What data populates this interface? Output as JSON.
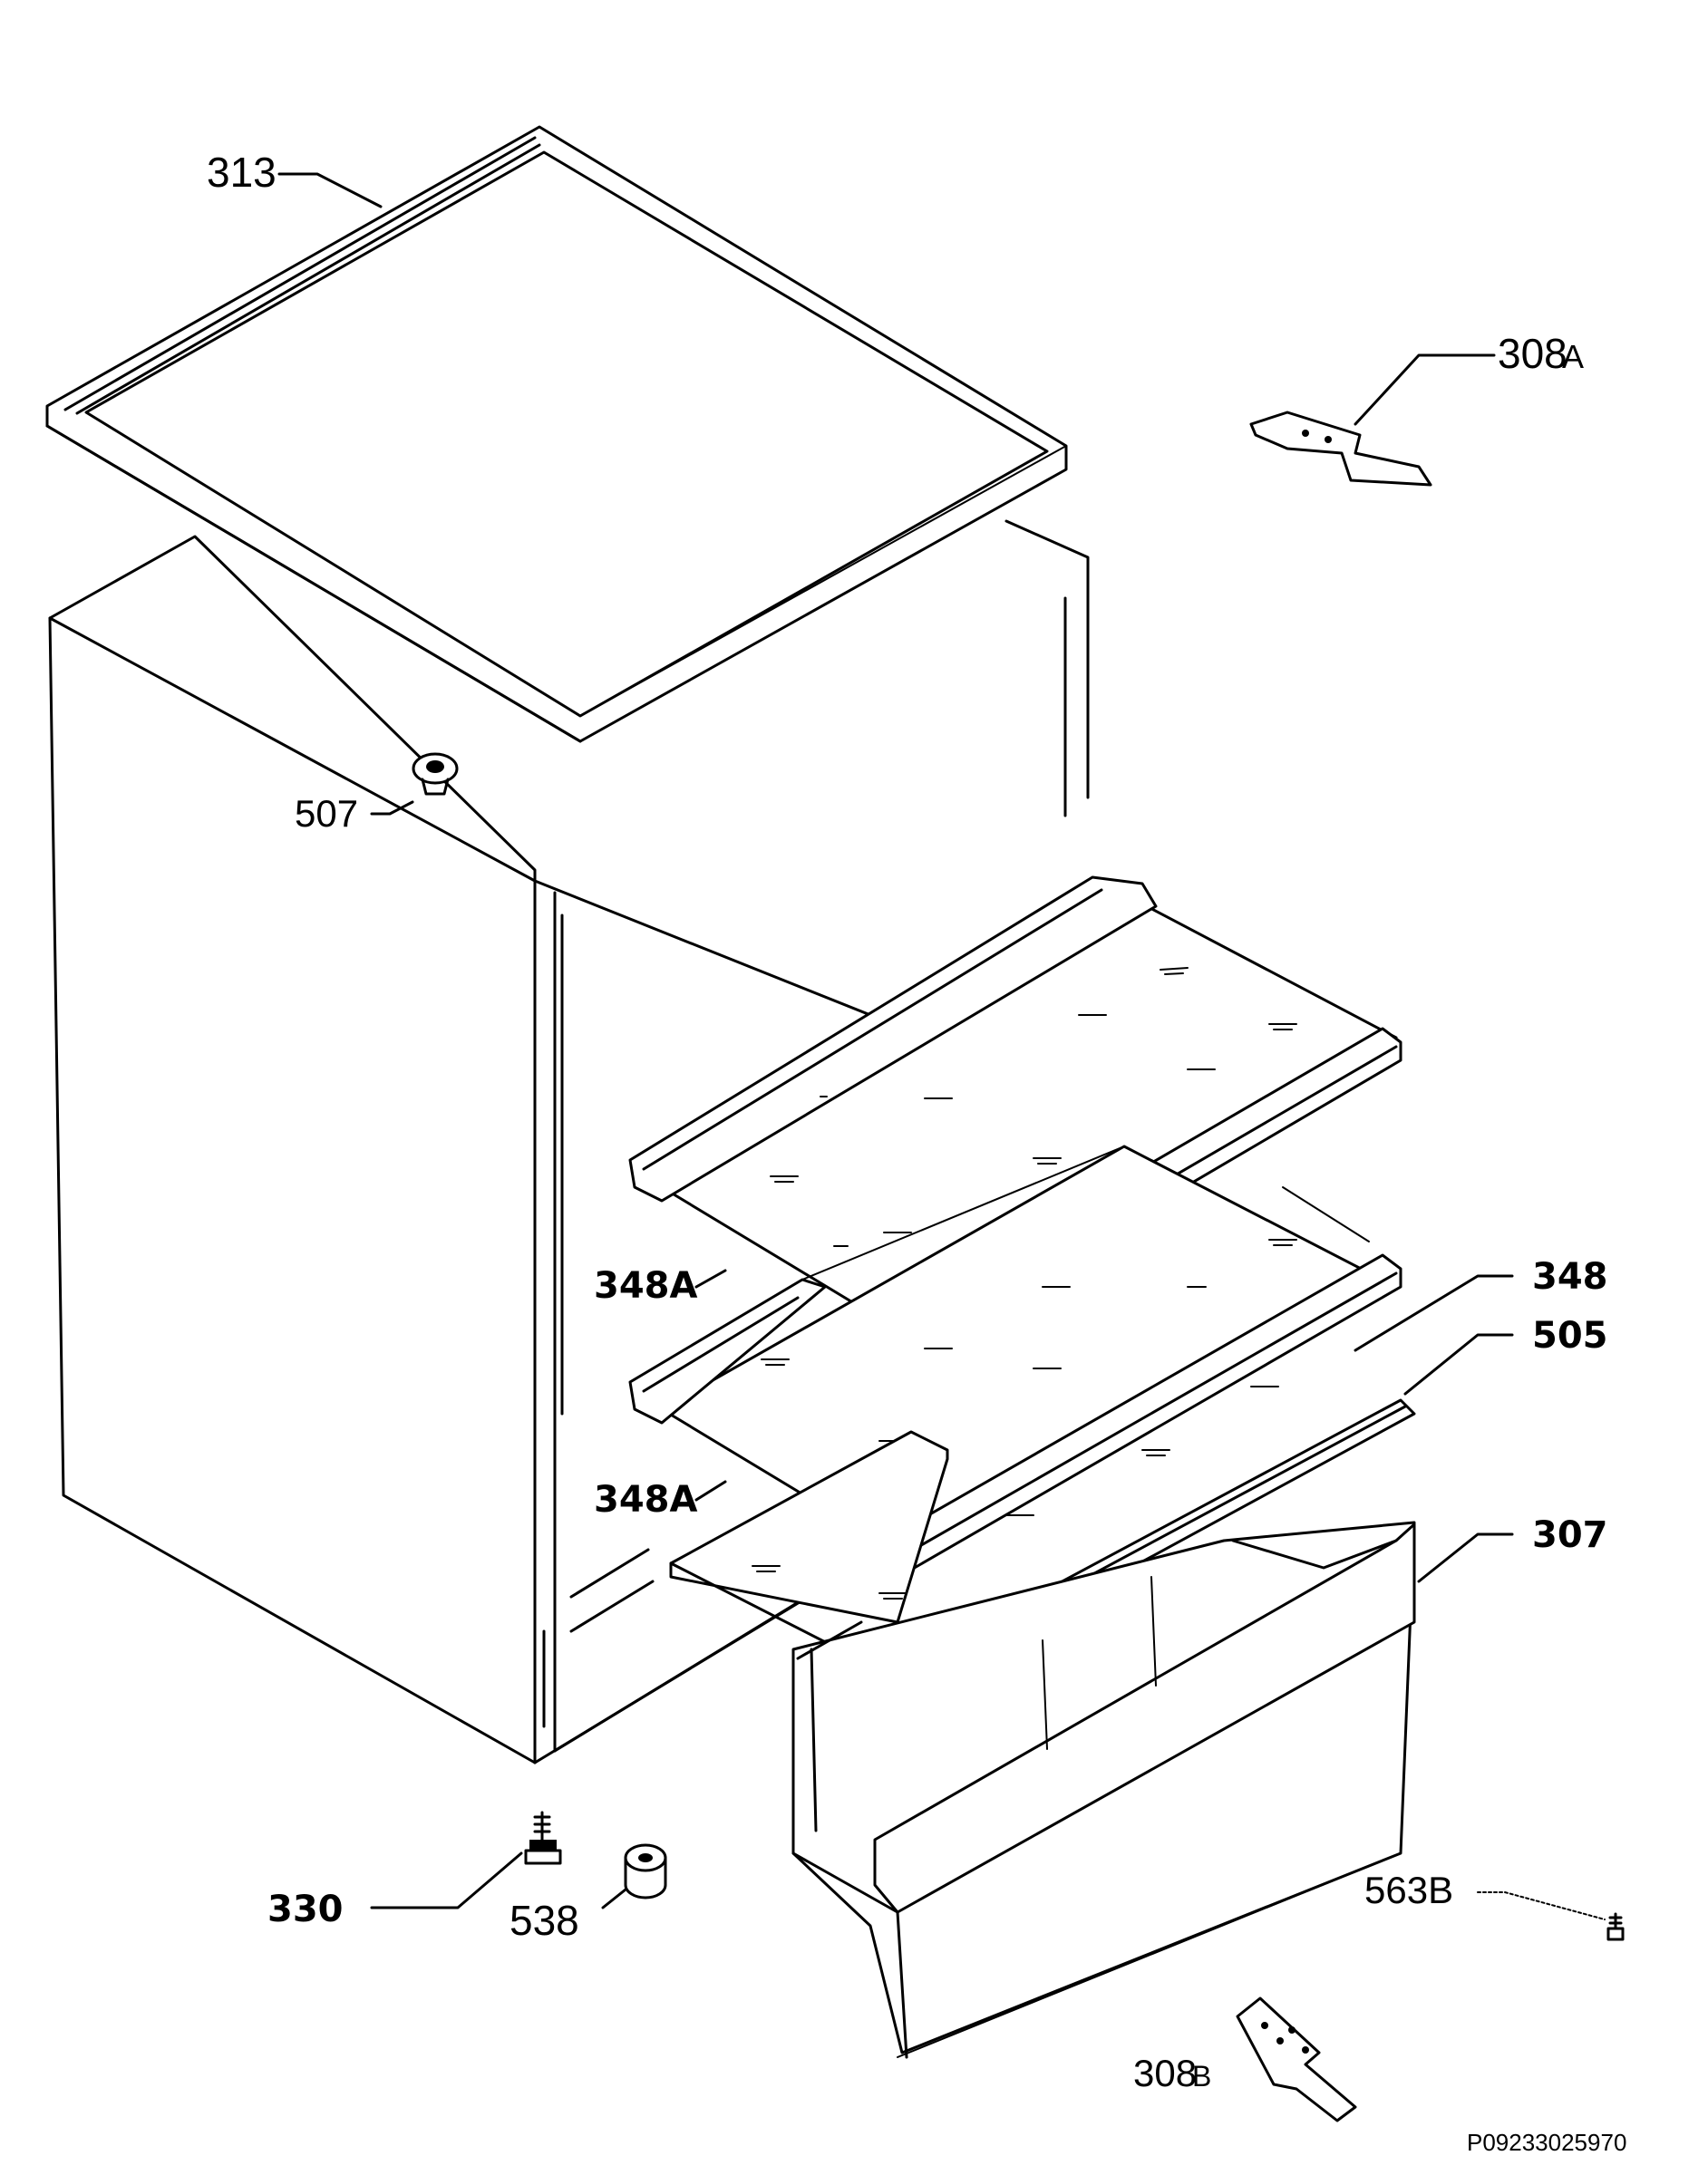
{
  "callouts": {
    "c313": "313",
    "c308a": "308",
    "c308a_suffix": "A",
    "c507": "507",
    "c348a_upper": "348A",
    "c348": "348",
    "c505": "505",
    "c348a_lower": "348A",
    "c307": "307",
    "c330": "330",
    "c538": "538",
    "c563b": "563B",
    "c308b": "308",
    "c308b_suffix": "B"
  },
  "reference_code": "P09233025970"
}
